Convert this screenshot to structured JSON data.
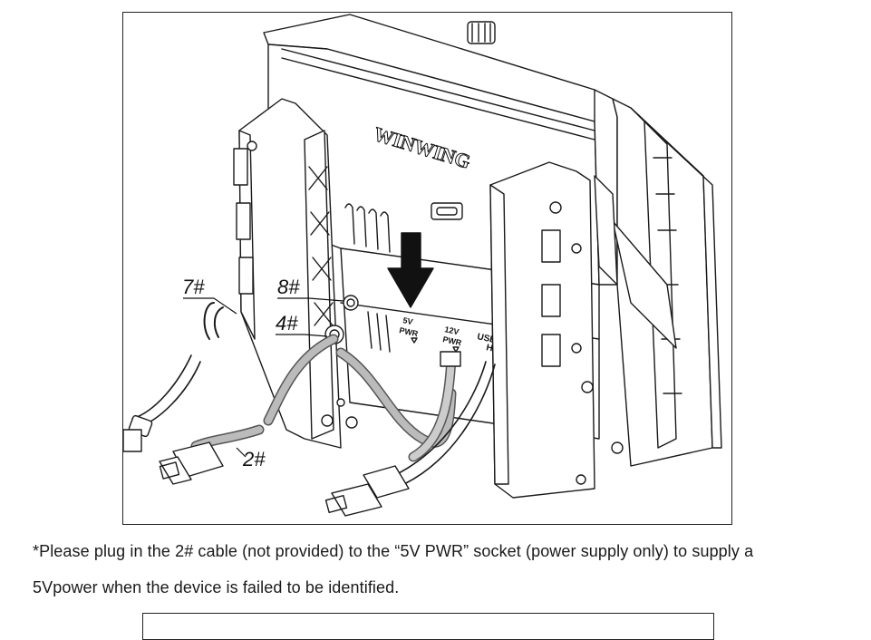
{
  "figure": {
    "brand_text": "WINWING",
    "callouts": {
      "c7": "7#",
      "c8": "8#",
      "c4": "4#",
      "c2": "2#"
    },
    "port_labels": {
      "p5v_line1": "5V",
      "p5v_line2": "PWR",
      "p12v_line1": "12V",
      "p12v_line2": "PWR",
      "usb_line1": "USB",
      "usb_line2": "H"
    }
  },
  "note": {
    "line1": "*Please plug in the 2# cable (not provided) to the  “5V PWR” socket (power supply only) to supply a",
    "line2": "5Vpower when the device is failed to be identified."
  }
}
